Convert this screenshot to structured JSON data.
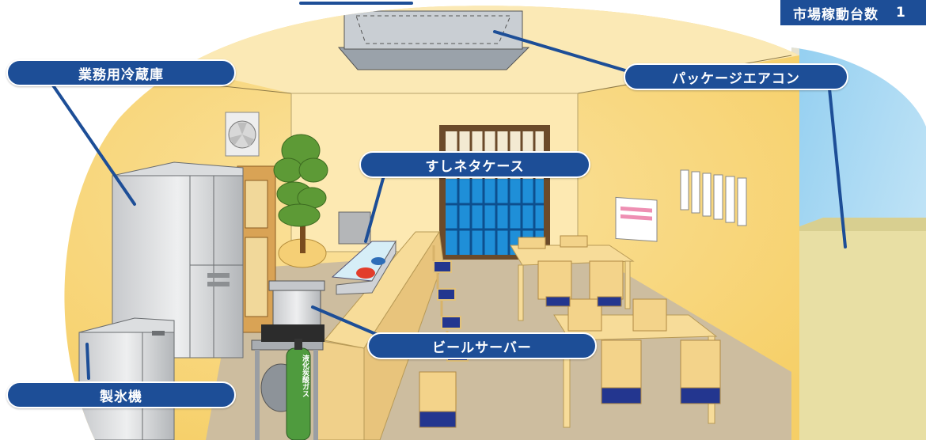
{
  "labels": {
    "refrigerator": "業務用冷蔵庫",
    "air_conditioner": "パッケージエアコン",
    "sushi_case": "すしネタケース",
    "beer_server": "ビールサーバー",
    "ice_machine": "製氷機"
  },
  "co2_cylinder_text": "液化炭酸ガス",
  "corner_tag": {
    "label": "市場稼動台数",
    "value": "1"
  },
  "colors": {
    "label_bg": "#1d4e97",
    "wall": "#f9d77a",
    "floor": "#c7b79b",
    "sky": "#a9d9f3",
    "window_blue": "#1f8fd8"
  }
}
